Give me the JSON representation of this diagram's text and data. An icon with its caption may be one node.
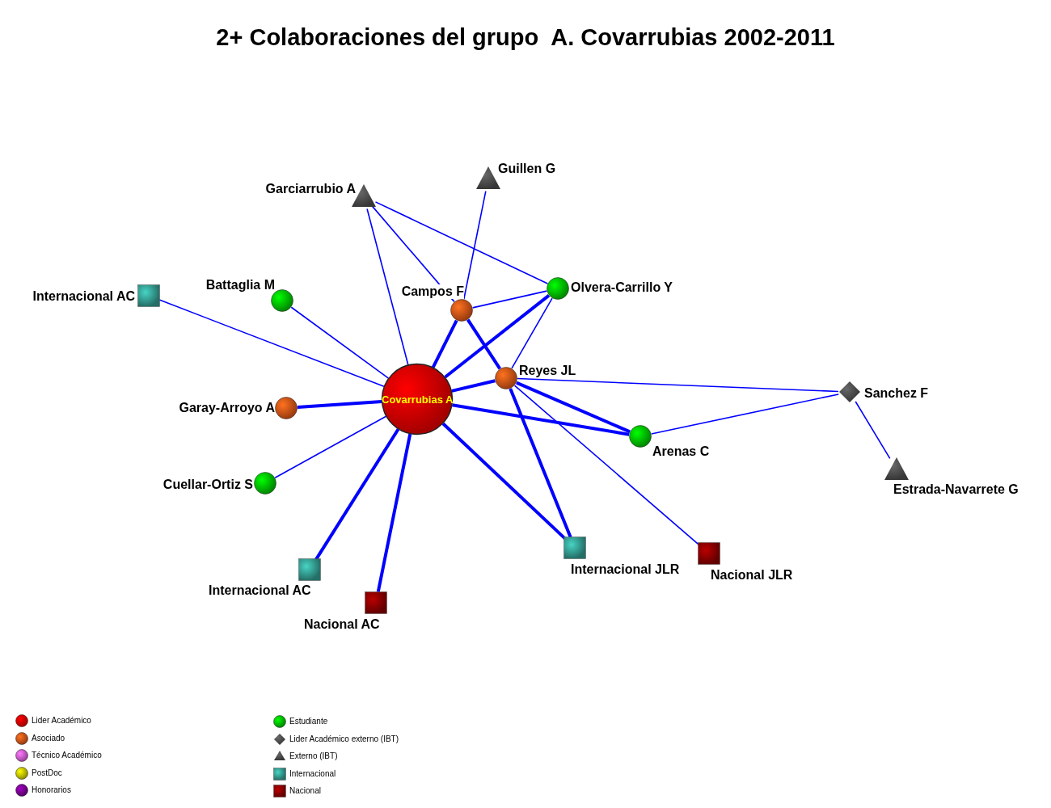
{
  "diagram": {
    "title": "2+ Colaboraciones del grupo  A. Covarrubias 2002-2011",
    "nodes": [
      {
        "text": [
          "Covarrubias A"
        ]
      },
      {
        "text": [],
        "shape": "triangle",
        "beside": [
          "Garciarrubio A"
        ]
      },
      {
        "text": [],
        "shape": "triangle",
        "beside": [
          "Guillen G"
        ]
      },
      {
        "text": [],
        "shape": "box",
        "beside": [
          "Internacional AC"
        ]
      },
      {
        "text": [],
        "shape": "circle",
        "beside": [
          "Battaglia M"
        ]
      },
      {
        "text": [],
        "shape": "circle",
        "beside": [
          "Campos F"
        ]
      },
      {
        "text": [],
        "shape": "circle",
        "beside": [
          "Olvera-Carrillo Y"
        ]
      },
      {
        "text": [],
        "shape": "circle",
        "beside": [
          "Reyes JL"
        ]
      },
      {
        "text": [],
        "shape": "circle",
        "beside": [
          "Garay-Arroyo A"
        ]
      },
      {
        "text": [],
        "shape": "diamond",
        "beside": [
          "Sanchez F"
        ]
      },
      {
        "text": [],
        "shape": "circle",
        "beside": [
          "Arenas C"
        ]
      },
      {
        "text": [],
        "shape": "circle",
        "beside": [
          "Cuellar-Ortiz S"
        ]
      },
      {
        "text": [],
        "shape": "triangle",
        "beside": [
          "Estrada-Navarrete G"
        ]
      },
      {
        "text": [],
        "shape": "box",
        "beside": [
          "Internacional AC"
        ]
      },
      {
        "text": [],
        "shape": "box",
        "beside": [
          "Internacional JLR"
        ]
      },
      {
        "text": [],
        "shape": "box",
        "beside": [
          "Nacional JLR"
        ]
      },
      {
        "text": [],
        "shape": "box",
        "beside": [
          "Nacional AC"
        ]
      }
    ],
    "edges": [
      {
        "from": 0,
        "to": 1,
        "arrow": "none"
      },
      {
        "from": 1,
        "to": 5,
        "arrow": "none"
      },
      {
        "from": 1,
        "to": 6,
        "arrow": "none"
      },
      {
        "from": 2,
        "to": 5,
        "arrow": "none"
      },
      {
        "from": 3,
        "to": 0,
        "arrow": "none"
      },
      {
        "from": 4,
        "to": 0,
        "arrow": "none"
      },
      {
        "from": 5,
        "to": 0,
        "arrow": "none",
        "style": "thick"
      },
      {
        "from": 5,
        "to": 6,
        "arrow": "none"
      },
      {
        "from": 5,
        "to": 7,
        "arrow": "none",
        "style": "thick"
      },
      {
        "from": 6,
        "to": 0,
        "arrow": "none",
        "style": "thick"
      },
      {
        "from": 6,
        "to": 7,
        "arrow": "none"
      },
      {
        "from": 7,
        "to": 0,
        "arrow": "none",
        "style": "thick"
      },
      {
        "from": 7,
        "to": 9,
        "arrow": "none"
      },
      {
        "from": 7,
        "to": 10,
        "arrow": "none",
        "style": "thick"
      },
      {
        "from": 7,
        "to": 14,
        "arrow": "none",
        "style": "thick"
      },
      {
        "from": 7,
        "to": 15,
        "arrow": "none"
      },
      {
        "from": 8,
        "to": 0,
        "arrow": "none",
        "style": "thick"
      },
      {
        "from": 0,
        "to": 10,
        "arrow": "none",
        "style": "thick"
      },
      {
        "from": 10,
        "to": 9,
        "arrow": "none"
      },
      {
        "from": 9,
        "to": 12,
        "arrow": "none"
      },
      {
        "from": 11,
        "to": 0,
        "arrow": "none"
      },
      {
        "from": 0,
        "to": 13,
        "arrow": "none",
        "style": "thick"
      },
      {
        "from": 0,
        "to": 16,
        "arrow": "none",
        "style": "thick"
      },
      {
        "from": 0,
        "to": 14,
        "arrow": "none",
        "style": "thick"
      }
    ],
    "legend": [
      {
        "text": "Lider Académico",
        "color": "#cc0000"
      },
      {
        "text": "Asociado",
        "color": "#c04a14"
      },
      {
        "text": "Técnico Académico",
        "color": "#c050c0"
      },
      {
        "text": "PostDoc",
        "color": "#b0b000"
      },
      {
        "text": "Honorarios",
        "color": "#6a0080"
      },
      {
        "text": "Estudiante",
        "color": "#00a800"
      },
      {
        "text": "Lider Académico externo (IBT)"
      },
      {
        "text": "Externo (IBT)"
      },
      {
        "text": "Internacional",
        "color": "#2e8a80"
      },
      {
        "text": "Nacional",
        "color": "#7a0000"
      }
    ]
  }
}
